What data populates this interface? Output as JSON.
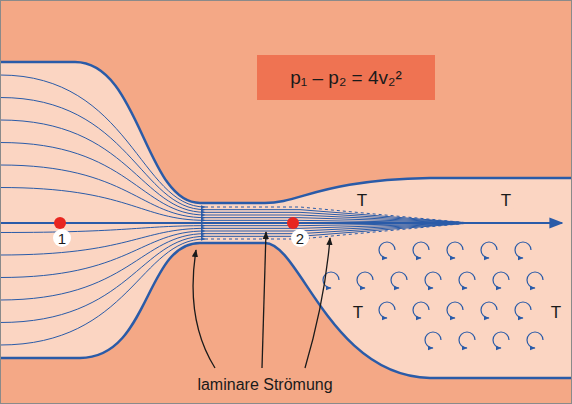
{
  "diagram": {
    "nodes": [
      {
        "text": [
          "p₁ – p₂ = 4v₂²"
        ]
      }
    ],
    "labels": [
      "1",
      "2",
      "T",
      "T",
      "T",
      "T",
      "laminare Strömung"
    ]
  }
}
